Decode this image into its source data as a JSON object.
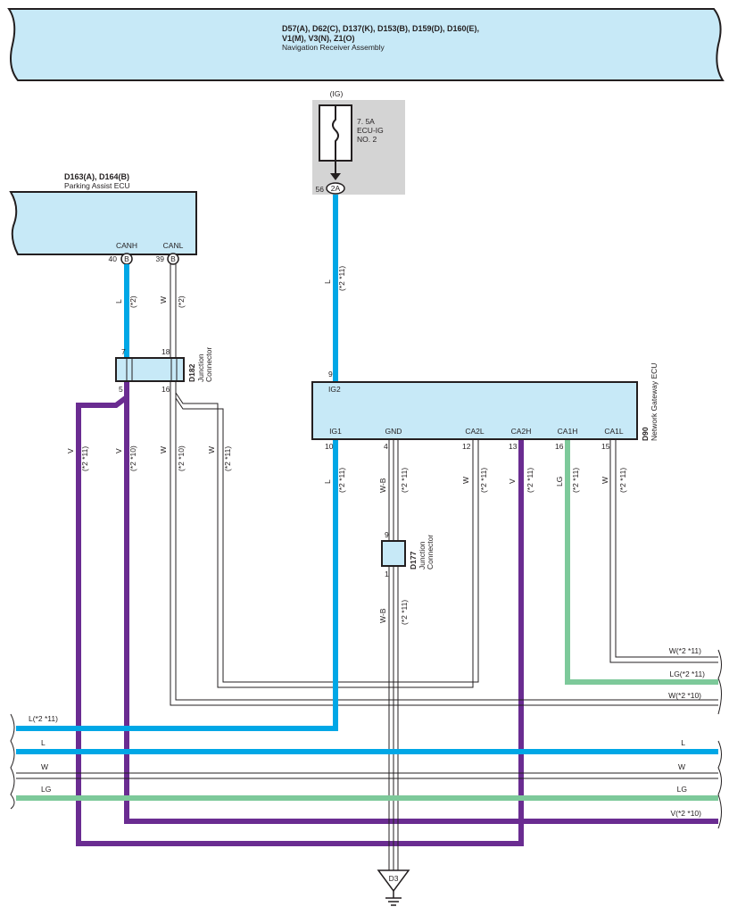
{
  "colors": {
    "wire_L": "#00a7e6",
    "wire_V": "#6a2c91",
    "wire_LG": "#7dc99a",
    "component_fill": "#c7e9f7",
    "fuse_box": "#d4d4d4",
    "outline": "#231f20"
  },
  "nav_receiver": {
    "codes_line1": "D57(A), D62(C), D137(K), D153(B), D159(D), D160(E),",
    "codes_line2": "V1(M), V3(N), Z1(O)",
    "name": "Navigation Receiver Assembly"
  },
  "fuse": {
    "ig_label": "(IG)",
    "rating": "7. 5A",
    "name_line1": "ECU-IG",
    "name_line2": "NO. 2",
    "pin": "56",
    "connector": "2A"
  },
  "parking_assist": {
    "codes": "D163(A), D164(B)",
    "name": "Parking Assist ECU",
    "canh": "CANH",
    "canl": "CANL",
    "pin_canh": "40",
    "pin_canl": "39",
    "conn": "B"
  },
  "junction_d182": {
    "id": "D182",
    "name_line1": "Junction",
    "name_line2": "Connector",
    "pin_tl": "7",
    "pin_tr": "18",
    "pin_bl": "5",
    "pin_br": "16"
  },
  "gateway": {
    "id": "D90",
    "name": "Network Gateway ECU",
    "ig2": "IG2",
    "pin_ig2": "9",
    "terms": [
      "IG1",
      "GND",
      "CA2L",
      "CA2H",
      "CA1H",
      "CA1L"
    ],
    "pins": [
      "10",
      "4",
      "12",
      "13",
      "16",
      "15"
    ]
  },
  "junction_d177": {
    "id": "D177",
    "name_line1": "Junction",
    "name_line2": "Connector",
    "pin_top": "9",
    "pin_bottom": "1"
  },
  "ground": {
    "label": "D3"
  },
  "wire_labels": {
    "L": "L",
    "W": "W",
    "V": "V",
    "LG": "LG",
    "WB": "W-B",
    "note2": "(*2)",
    "note11": "(*2 *11)",
    "note10": "(*2 *10)"
  },
  "bus_labels": {
    "w_11": "W(*2 *11)",
    "lg_11": "LG(*2 *11)",
    "w_10": "W(*2 *10)",
    "l_11": "L(*2 *11)",
    "l": "L",
    "w": "W",
    "lg": "LG",
    "v_10": "V(*2 *10)"
  }
}
